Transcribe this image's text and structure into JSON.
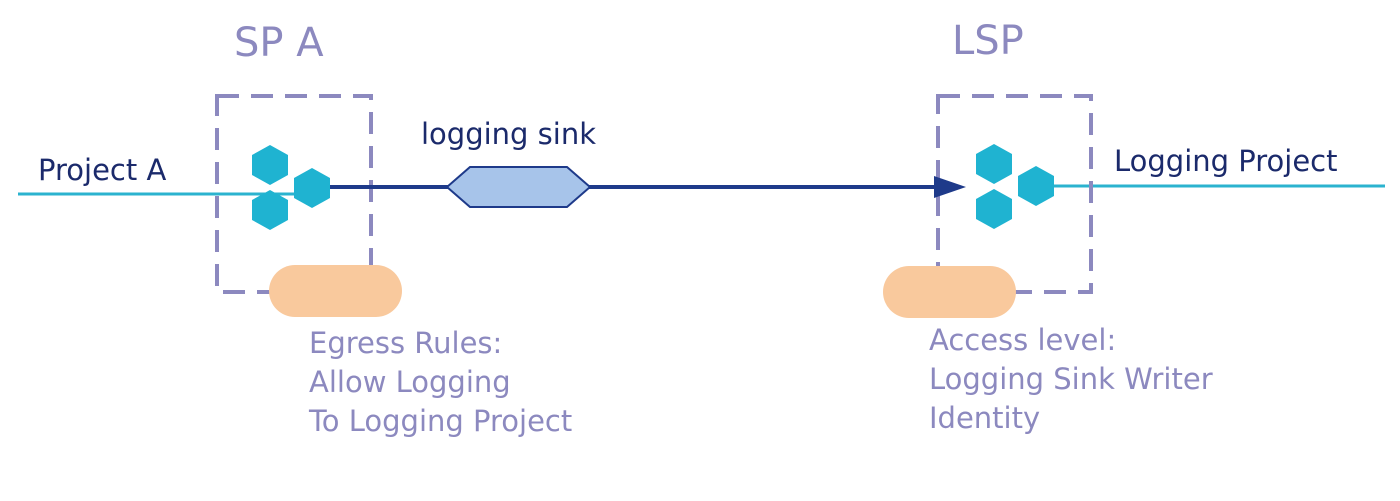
{
  "left_perimeter": {
    "title": "SP A",
    "project_label": "Project A",
    "note_lines": [
      "Egress Rules:",
      "Allow Logging",
      "To Logging Project"
    ]
  },
  "right_perimeter": {
    "title": "LSP",
    "project_label": "Logging Project",
    "note_lines": [
      "Access level:",
      "Logging Sink Writer",
      "Identity"
    ]
  },
  "connection": {
    "label": "logging sink"
  },
  "colors": {
    "perimeter_border": "#8c89bf",
    "title_text": "#8c89bf",
    "note_text": "#8c89bf",
    "project_line": "#2bb3cf",
    "hexagon_fill": "#1fb3d1",
    "arrow_line": "#1e3a8a",
    "label_text": "#1b2a6b",
    "sink_fill": "#a7c4ea",
    "sink_stroke": "#1e3a8a",
    "rule_pill": "#f9c99d"
  },
  "icons": {
    "service_icon": "hexagon-cluster-icon",
    "sink_icon": "elongated-hexagon-icon",
    "arrow_head": "triangle-arrowhead-icon"
  }
}
